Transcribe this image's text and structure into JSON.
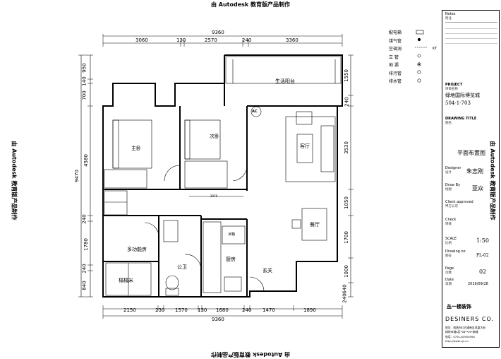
{
  "watermark": "由 Autodesk 教育版产品制作",
  "dimensions": {
    "top_total": "9360",
    "top_segments": [
      "3060",
      "130",
      "2570",
      "240",
      "3360"
    ],
    "bottom_total": "9360",
    "bottom_segments": [
      "2150",
      "230",
      "1570",
      "130",
      "1680",
      "240",
      "1470",
      "1890"
    ],
    "left_total": "9470",
    "left_segments": [
      "950",
      "140",
      "700",
      "4580",
      "240",
      "1780",
      "240",
      "840"
    ],
    "right_segments": [
      "1550",
      "240",
      "3530",
      "1050",
      "1700",
      "1000",
      "640",
      "240"
    ],
    "inner_corridor": "2970"
  },
  "rooms": {
    "master_bedroom": "主卧",
    "second_bedroom": "次卧",
    "living_room": "客厅",
    "balcony": "生活阳台",
    "dining": "餐厅",
    "multi_room": "多功能房",
    "bathroom": "公卫",
    "kitchen": "厨房",
    "entry": "玄关",
    "tatami": "榻榻米",
    "fridge": "冰箱",
    "ac_tag": "AC"
  },
  "legend": {
    "items": [
      "配电箱",
      "煤气管",
      "空调洞",
      "立 管",
      "地 漏",
      "排污管",
      "排水管"
    ],
    "ac_suffix": "KT"
  },
  "title_block": {
    "notes_label": "Notes",
    "notes_sub": "附注",
    "project_label": "PROJECT",
    "project_sub": "项目名称",
    "project_name": "绿地国际博览城",
    "unit": "504-1-703",
    "drawing_title_label": "DRAWING TITLE",
    "drawing_title_sub": "图名",
    "drawing_title": "平面布置图",
    "designer_label": "Designer",
    "designer_sub": "设计",
    "designer": "朱志刚",
    "draw_by_label": "Draw By",
    "draw_by_sub": "绘图",
    "draw_by": "亚焱",
    "client_label": "Client approved",
    "client_sub": "甲方认可",
    "check_label": "Check",
    "check_sub": "审核",
    "scale_label": "SCALE",
    "scale_sub": "比例",
    "scale": "1:50",
    "drawing_no_label": "Drawing no",
    "drawing_no_sub": "图号",
    "drawing_no": "PL-02",
    "page_label": "Page",
    "page_sub": "页数",
    "page": "02",
    "date_label": "Date",
    "date_sub": "日期",
    "date": "2016/09/28",
    "company_cn": "丛一楼装饰",
    "company_en": "DESINERS CO.",
    "address": "地址：南昌市红谷滩新区凤凰大街",
    "address2": "绿地市城A区*08**09*商铺",
    "phone": "电话：0791-83950958",
    "web": "http://www.cyl.cn"
  }
}
